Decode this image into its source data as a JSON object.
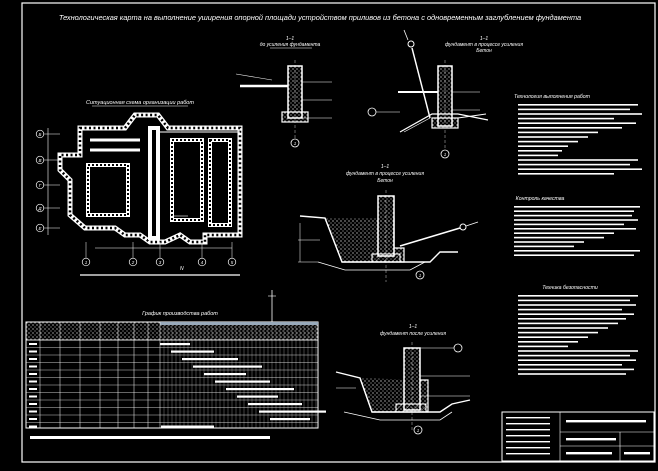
{
  "sheet": {
    "title": "Технологическая карта на выполнение уширения опорной площади устройством приливов из бетона с одновременным заглублением фундамента"
  },
  "site_plan": {
    "title": "Ситуационная схема организации работ",
    "axis_letters": [
      "Б",
      "В",
      "Г",
      "Д",
      "Е"
    ],
    "axis_numbers": [
      "1",
      "2",
      "3",
      "4",
      "5"
    ],
    "north_mark": "N"
  },
  "sections": {
    "s1": {
      "label": "1–1",
      "caption": "до усиления фундамента",
      "marker": "1"
    },
    "s2": {
      "label": "1–1",
      "caption": "фундамент в процессе усиления",
      "sub": "Бетон",
      "marker": "1"
    },
    "s3": {
      "label": "1–1",
      "caption": "фундамент в процессе усиления",
      "sub": "Бетон",
      "marker": "1"
    },
    "s4": {
      "label": "1–1",
      "caption": "фундамент после усиления",
      "marker": "1"
    }
  },
  "text_blocks": {
    "tech_title": "Технология выполнения работ",
    "quality_title": "Контроль качества",
    "safety_title": "Техника безопасности"
  },
  "schedule": {
    "title": "График производства работ"
  },
  "colors": {
    "background": "#000000",
    "line": "#ffffff",
    "frame": "#ffffff"
  }
}
